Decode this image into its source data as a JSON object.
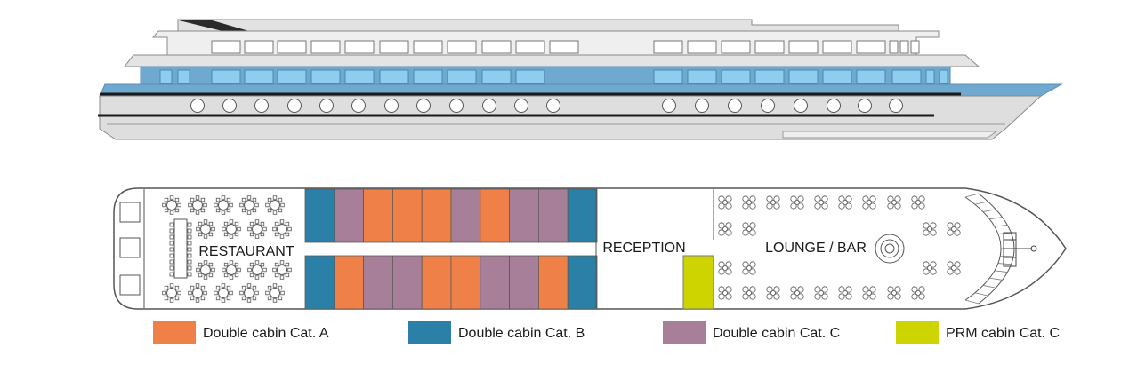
{
  "labels": {
    "restaurant": "RESTAURANT",
    "reception": "RECEPTION",
    "lounge": "LOUNGE / BAR"
  },
  "colors": {
    "cat_a": "#ef8148",
    "cat_b": "#2a80a6",
    "cat_c": "#a77f98",
    "prm_c": "#cdd400",
    "hull_blue": "#6fa9cf",
    "window_blue": "#8fcdee"
  },
  "legend": [
    {
      "key": "cat_a",
      "label": "Double cabin Cat. A"
    },
    {
      "key": "cat_b",
      "label": "Double cabin Cat. B"
    },
    {
      "key": "cat_c",
      "label": "Double cabin Cat. C"
    },
    {
      "key": "prm_c",
      "label": "PRM cabin Cat. C"
    }
  ],
  "cabins": {
    "top_row": [
      "cat_b",
      "cat_c",
      "cat_a",
      "cat_a",
      "cat_a",
      "cat_c",
      "cat_a",
      "cat_c",
      "cat_c",
      "cat_b"
    ],
    "bottom_row": [
      "cat_b",
      "cat_a",
      "cat_c",
      "cat_c",
      "cat_a",
      "cat_a",
      "cat_c",
      "cat_c",
      "cat_a",
      "cat_b"
    ],
    "prm": "prm_c"
  }
}
